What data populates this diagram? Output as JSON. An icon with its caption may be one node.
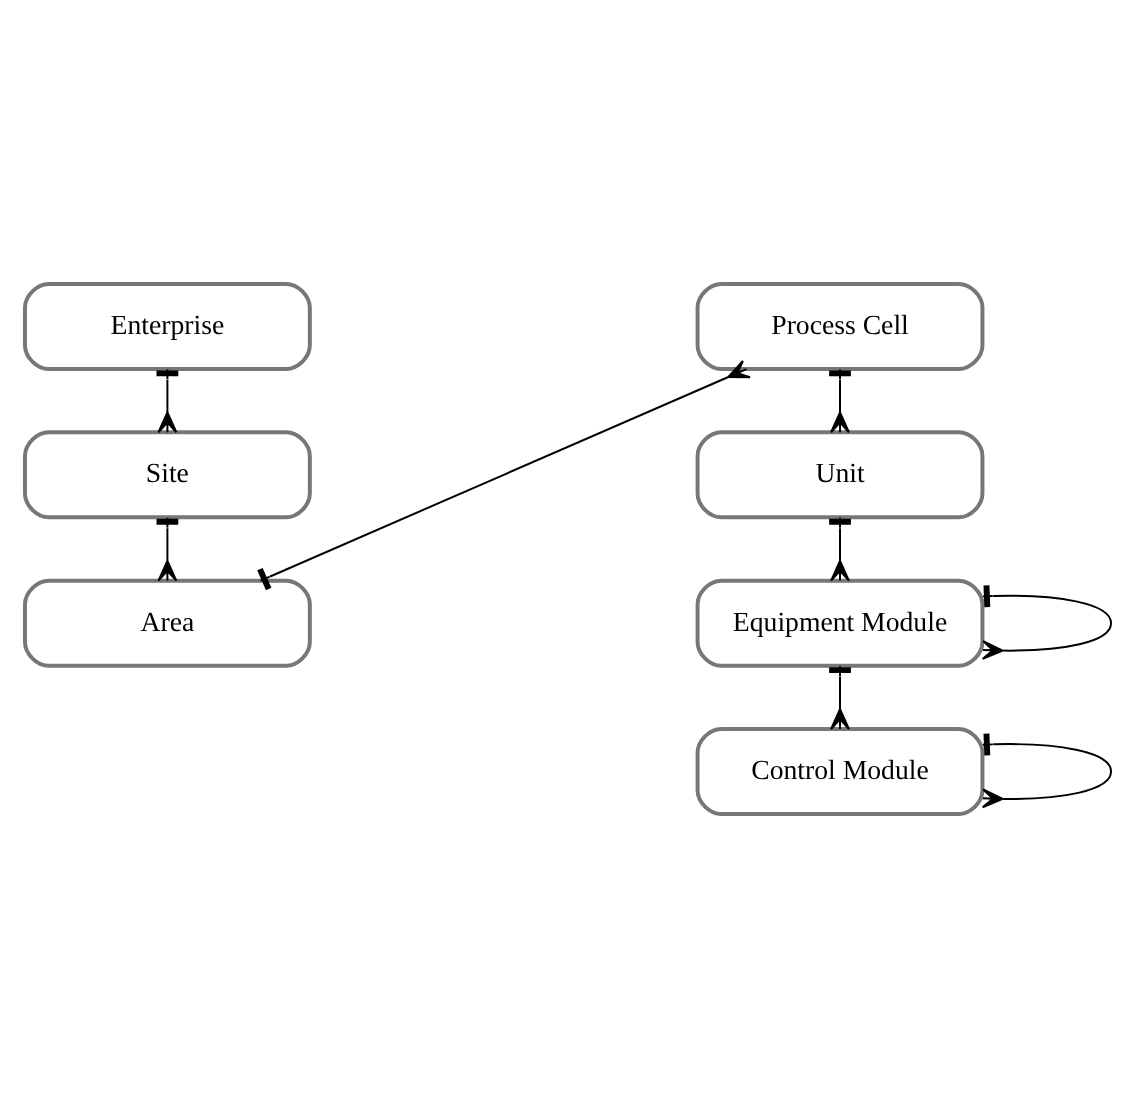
{
  "diagram": {
    "nodes": [
      {
        "text": [
          "Enterprise"
        ]
      },
      {
        "text": [
          "Site"
        ]
      },
      {
        "text": [
          "Area"
        ]
      },
      {
        "text": [
          "Process Cell"
        ]
      },
      {
        "text": [
          "Unit"
        ]
      },
      {
        "text": [
          "Equipment Module"
        ]
      },
      {
        "text": [
          "Control Module"
        ]
      }
    ],
    "edges": [
      {
        "from": 0,
        "to": 1,
        "arrow": "other"
      },
      {
        "from": 1,
        "to": 2,
        "arrow": "other"
      },
      {
        "from": 2,
        "to": 3,
        "arrow": "other"
      },
      {
        "from": 3,
        "to": 4,
        "arrow": "other"
      },
      {
        "from": 4,
        "to": 5,
        "arrow": "other"
      },
      {
        "from": 5,
        "to": 6,
        "arrow": "other"
      },
      {
        "from": 5,
        "to": 5,
        "arrow": "other"
      },
      {
        "from": 6,
        "to": 6,
        "arrow": "other"
      }
    ]
  }
}
